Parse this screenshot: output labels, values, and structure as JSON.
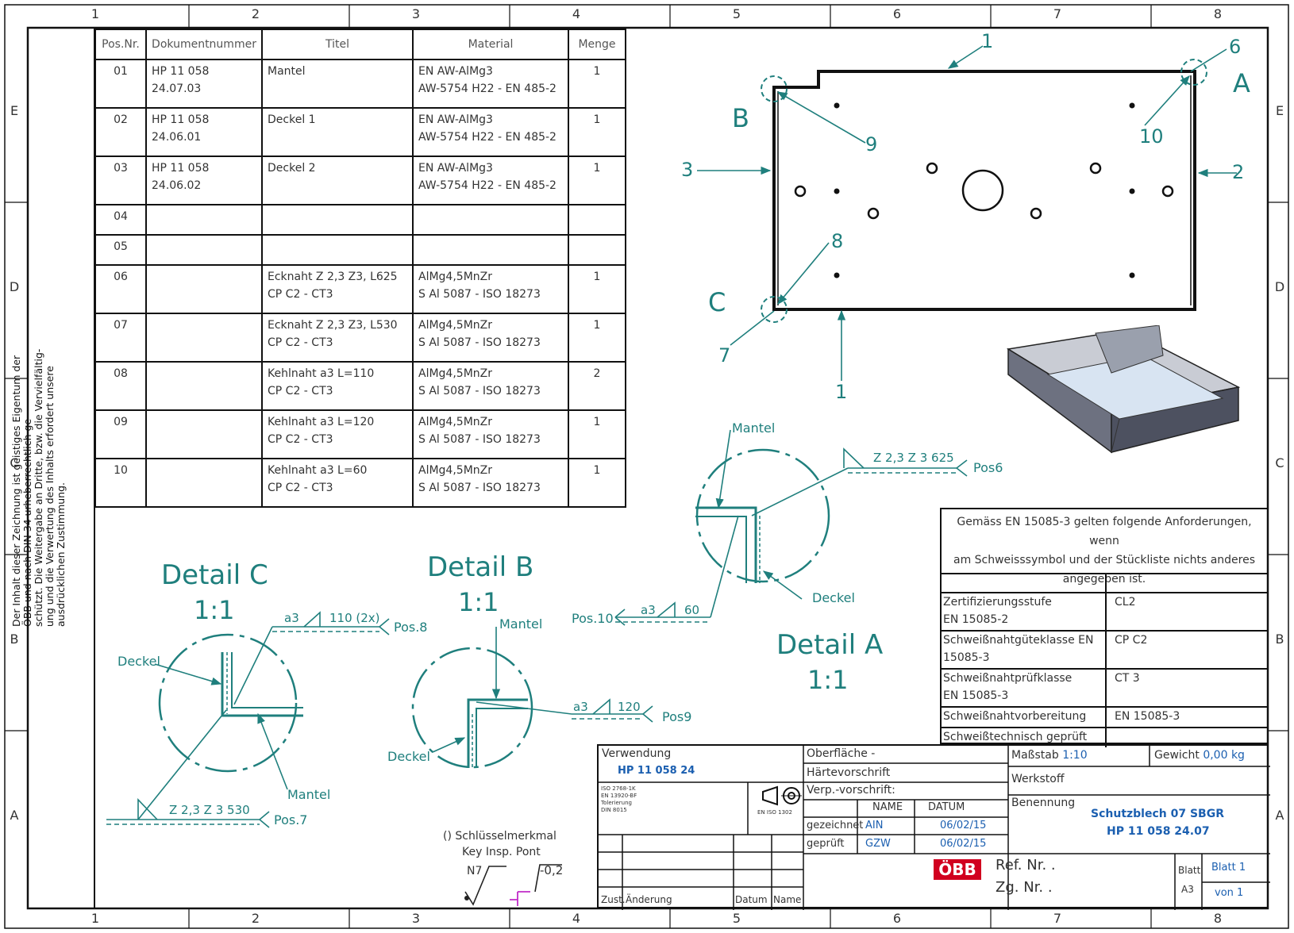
{
  "grid": {
    "columns": [
      "1",
      "2",
      "3",
      "4",
      "5",
      "6",
      "7",
      "8"
    ],
    "rows": [
      "E",
      "D",
      "C",
      "B",
      "A"
    ]
  },
  "notice": {
    "lines": [
      "Der Inhalt dieser Zeichnung ist geistiges Eigentum der",
      "ÖBB und nach DIN 34 urheberrechtlich ge-",
      "schützt. Die Weitergabe an Dritte, bzw. die Vervielfältig-",
      "ung und die Verwertung des Inhalts erfordert unsere",
      "ausdrücklichen Zustimmung."
    ]
  },
  "parts_table": {
    "headers": [
      "Pos.Nr.",
      "Dokumentnummer",
      "Titel",
      "Material",
      "Menge"
    ],
    "rows": [
      {
        "pos": "01",
        "doc": "HP 11 058 24.07.03",
        "title1": "Mantel",
        "title2": "",
        "mat1": "EN AW-AlMg3",
        "mat2": "AW-5754 H22 - EN 485-2",
        "qty": "1"
      },
      {
        "pos": "02",
        "doc": "HP 11 058 24.06.01",
        "title1": "Deckel 1",
        "title2": "",
        "mat1": "EN AW-AlMg3",
        "mat2": "AW-5754 H22 - EN 485-2",
        "qty": "1"
      },
      {
        "pos": "03",
        "doc": "HP 11 058 24.06.02",
        "title1": "Deckel 2",
        "title2": "",
        "mat1": "EN AW-AlMg3",
        "mat2": "AW-5754 H22 - EN 485-2",
        "qty": "1"
      },
      {
        "pos": "04",
        "doc": "",
        "title1": "",
        "title2": "",
        "mat1": "",
        "mat2": "",
        "qty": ""
      },
      {
        "pos": "05",
        "doc": "",
        "title1": "",
        "title2": "",
        "mat1": "",
        "mat2": "",
        "qty": ""
      },
      {
        "pos": "06",
        "doc": "",
        "title1": "Ecknaht Z 2,3 Z3, L625",
        "title2": "CP C2 - CT3",
        "mat1": "AlMg4,5MnZr",
        "mat2": "S Al 5087 - ISO 18273",
        "qty": "1"
      },
      {
        "pos": "07",
        "doc": "",
        "title1": "Ecknaht Z 2,3 Z3, L530",
        "title2": "CP C2 - CT3",
        "mat1": "AlMg4,5MnZr",
        "mat2": "S Al 5087 - ISO 18273",
        "qty": "1"
      },
      {
        "pos": "08",
        "doc": "",
        "title1": "Kehlnaht a3 L=110",
        "title2": "CP C2 - CT3",
        "mat1": "AlMg4,5MnZr",
        "mat2": "S Al 5087 - ISO 18273",
        "qty": "2"
      },
      {
        "pos": "09",
        "doc": "",
        "title1": "Kehlnaht a3 L=120",
        "title2": "CP C2 - CT3",
        "mat1": "AlMg4,5MnZr",
        "mat2": "S Al 5087 - ISO 18273",
        "qty": "1"
      },
      {
        "pos": "10",
        "doc": "",
        "title1": "Kehlnaht a3 L=60",
        "title2": "CP C2 - CT3",
        "mat1": "AlMg4,5MnZr",
        "mat2": "S Al 5087 - ISO 18273",
        "qty": "1"
      }
    ]
  },
  "main_view": {
    "callouts": [
      "1",
      "2",
      "3",
      "6",
      "7",
      "8",
      "9",
      "10",
      "1"
    ],
    "detail_letters": [
      "A",
      "B",
      "C"
    ]
  },
  "details": {
    "a": {
      "title": "Detail A",
      "scale": "1:1",
      "mantel": "Mantel",
      "deckel": "Deckel",
      "weld1": "Z 2,3 Z 3 625",
      "pos1": "Pos6",
      "weld2_a": "a3",
      "weld2_l": "60",
      "pos2": "Pos.10"
    },
    "b": {
      "title": "Detail B",
      "scale": "1:1",
      "mantel": "Mantel",
      "deckel": "Deckel",
      "weld_a": "a3",
      "weld_l": "120",
      "pos": "Pos9"
    },
    "c": {
      "title": "Detail C",
      "scale": "1:1",
      "mantel": "Mantel",
      "deckel": "Deckel",
      "weld1_a": "a3",
      "weld1_l": "110 (2x)",
      "pos1": "Pos.8",
      "weld2": "Z 2,3 Z 3 530",
      "pos2": "Pos.7"
    }
  },
  "requirements": {
    "header": [
      "Gemäss EN 15085-3 gelten folgende Anforderungen, wenn",
      "am Schweisssymbol und der Stückliste nichts anderes",
      "angegeben ist."
    ],
    "rows": [
      {
        "label1": "Zertifizierungsstufe",
        "label2": "EN 15085-2",
        "value": "CL2"
      },
      {
        "label1": "Schweißnahtgüteklasse EN",
        "label2": "15085-3",
        "value": "CP C2"
      },
      {
        "label1": "Schweißnahtprüfklasse",
        "label2": "EN 15085-3",
        "value": "CT 3"
      },
      {
        "label1": "Schweißnahtvorbereitung",
        "label2": "",
        "value": "EN 15085-3"
      },
      {
        "label1": "Schweißtechnisch geprüft",
        "label2": "",
        "value": ""
      }
    ]
  },
  "key_symbol": {
    "line1": "() Schlüsselmerkmal",
    "line2": "Key Insp. Pont",
    "roughness": "N7",
    "tolerance": "-0,2"
  },
  "title_block": {
    "verwendung_label": "Verwendung",
    "verwendung_value": "HP 11 058 24",
    "standards": [
      "ISO 2768-1K",
      "EN 13920-BF",
      "Tolerierung",
      "DIN 8015"
    ],
    "projection": "EN ISO 1302",
    "oberflaeche": "Oberfläche -",
    "haerte": "Härtevorschrift",
    "verp": "Verp.-vorschrift:",
    "name_hdr": "NAME",
    "datum_hdr": "DATUM",
    "gezeichnet": "gezeichnet",
    "gez_name": "AIN",
    "gez_date": "06/02/15",
    "geprueft": "geprüft",
    "gep_name": "GZW",
    "gep_date": "06/02/15",
    "zust": "Zust.",
    "aenderung": "Änderung",
    "datum": "Datum",
    "name": "Name",
    "massstab_label": "Maßstab",
    "massstab_value": "1:10",
    "gewicht_label": "Gewicht",
    "gewicht_value": "0,00 kg",
    "werkstoff": "Werkstoff",
    "benennung": "Benennung",
    "title": "Schutzblech 07 SBGR",
    "docnr": "HP 11 058 24.07",
    "logo": "ÖBB",
    "ref": "Ref. Nr. .",
    "zg": "Zg. Nr. .",
    "blatt_label": "Blatt",
    "format": "A3",
    "blatt_value": "Blatt 1",
    "von": "von 1"
  }
}
